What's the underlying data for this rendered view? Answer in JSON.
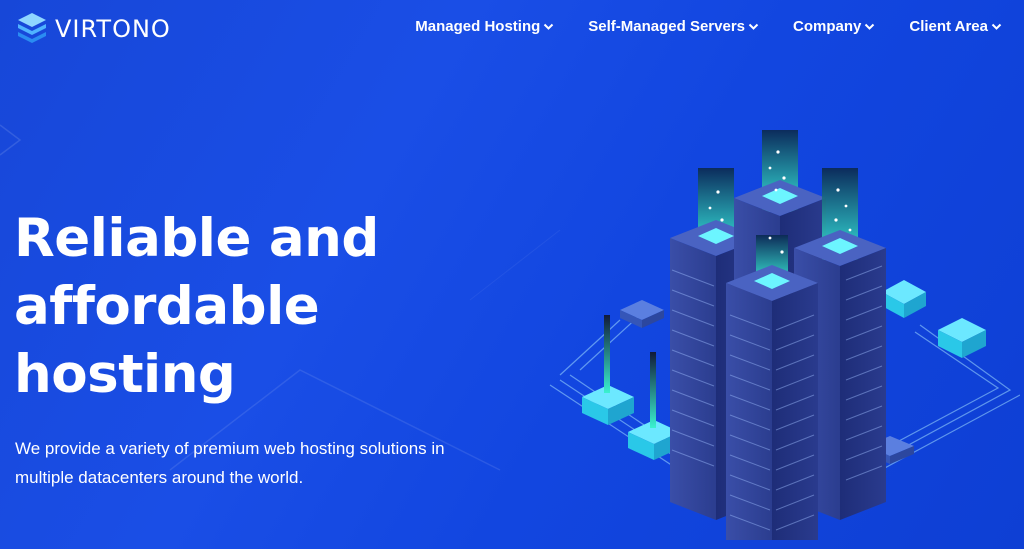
{
  "brand": {
    "name": "VIRTONO"
  },
  "nav": {
    "items": [
      {
        "label": "Managed Hosting"
      },
      {
        "label": "Self-Managed Servers"
      },
      {
        "label": "Company"
      },
      {
        "label": "Client Area"
      }
    ]
  },
  "hero": {
    "title_lines": [
      "Reliable and",
      "affordable",
      "hosting"
    ],
    "subtitle_lines": [
      "We provide a variety of premium web hosting solutions in",
      "multiple datacenters around the world."
    ]
  },
  "colors": {
    "background": "#1747d8",
    "text": "#ffffff",
    "accent_cyan": "#35e6f5",
    "server_dark": "#2a3f8f"
  },
  "icons": {
    "logo": "stacked-layers-icon",
    "dropdown": "chevron-down-icon"
  }
}
